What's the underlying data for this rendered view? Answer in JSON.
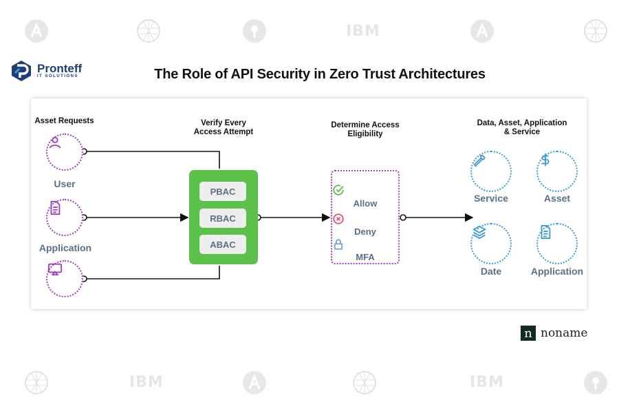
{
  "brand": {
    "name": "Pronteff",
    "tagline": "IT SOLUTIONS"
  },
  "title": "The Role of API Security in Zero Trust Architectures",
  "columns": {
    "requests": "Asset Requests",
    "verify": "Verify Every Access Attempt",
    "determine": "Determine Access Eligibility",
    "resources": "Data, Asset, Application & Service"
  },
  "requests": [
    {
      "label": "User",
      "icon": "user-icon"
    },
    {
      "label": "Application",
      "icon": "document-icon"
    },
    {
      "label": "",
      "icon": "monitor-icon"
    }
  ],
  "policies": [
    "PBAC",
    "RBAC",
    "ABAC"
  ],
  "eligibility": [
    {
      "label": "Allow",
      "icon": "check-circle-icon",
      "color": "#5cc149"
    },
    {
      "label": "Deny",
      "icon": "x-circle-icon",
      "color": "#e0557a"
    },
    {
      "label": "MFA",
      "icon": "lock-icon",
      "color": "#7f9fd6"
    }
  ],
  "resources": [
    {
      "label": "Service",
      "icon": "wrench-icon"
    },
    {
      "label": "Asset",
      "icon": "dollar-icon"
    },
    {
      "label": "Date",
      "icon": "layers-icon"
    },
    {
      "label": "Application",
      "icon": "document-icon"
    }
  ],
  "watermark": {
    "text": "IBM"
  },
  "partner": {
    "mark": "n",
    "name": "noname"
  },
  "colors": {
    "purple_dotted": "#9b3fc0",
    "green_box": "#5cc149",
    "blue_dotted": "#3a9ad9",
    "label_gray": "#5b6f85"
  }
}
